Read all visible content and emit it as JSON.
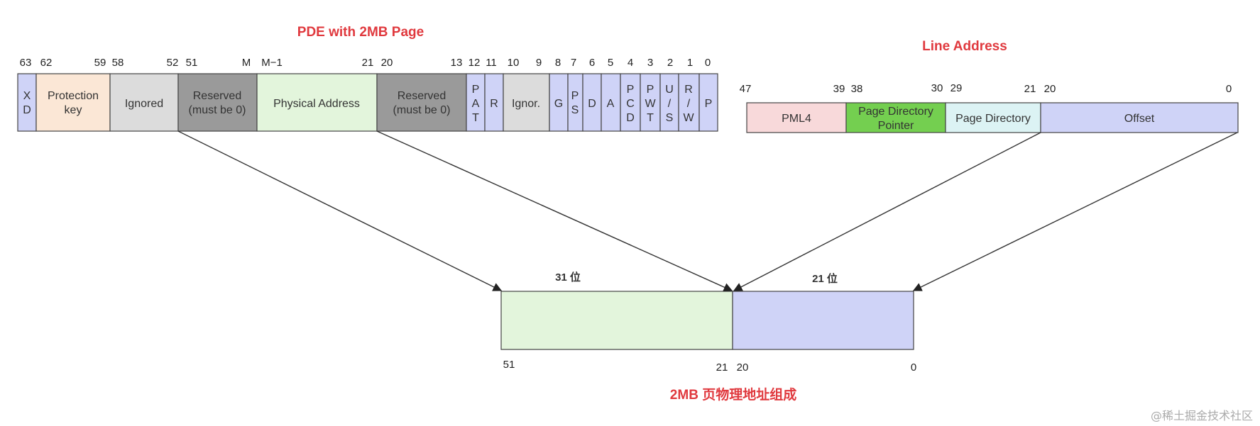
{
  "titles": {
    "pde": "PDE with 2MB Page",
    "line": "Line Address",
    "result": "2MB 页物理地址组成"
  },
  "pde": {
    "bit_numbers": [
      "63",
      "62",
      "59",
      "58",
      "52",
      "51",
      "M",
      "M−1",
      "21",
      "20",
      "13",
      "12",
      "11",
      "10",
      "9",
      "8",
      "7",
      "6",
      "5",
      "4",
      "3",
      "2",
      "1",
      "0"
    ],
    "fields": [
      {
        "id": "xd",
        "lines": [
          "X",
          "D"
        ],
        "color": "#cfd3f7"
      },
      {
        "id": "pk",
        "lines": [
          "Protection",
          "key"
        ],
        "color": "#fbe7d6"
      },
      {
        "id": "ign",
        "lines": [
          "Ignored"
        ],
        "color": "#dcdcdc"
      },
      {
        "id": "res1",
        "lines": [
          "Reserved",
          "(must be 0)"
        ],
        "color": "#9a9a9a"
      },
      {
        "id": "phys",
        "lines": [
          "Physical Address"
        ],
        "color": "#e3f5dc"
      },
      {
        "id": "res2",
        "lines": [
          "Reserved",
          "(must be 0)"
        ],
        "color": "#9a9a9a"
      },
      {
        "id": "pat",
        "lines": [
          "P",
          "A",
          "T"
        ],
        "color": "#cfd3f7"
      },
      {
        "id": "r",
        "lines": [
          "R"
        ],
        "color": "#cfd3f7"
      },
      {
        "id": "ignr",
        "lines": [
          "Ignor."
        ],
        "color": "#dcdcdc"
      },
      {
        "id": "g",
        "lines": [
          "G"
        ],
        "color": "#cfd3f7"
      },
      {
        "id": "ps",
        "lines": [
          "P",
          "S"
        ],
        "color": "#cfd3f7"
      },
      {
        "id": "d",
        "lines": [
          "D"
        ],
        "color": "#cfd3f7"
      },
      {
        "id": "a",
        "lines": [
          "A"
        ],
        "color": "#cfd3f7"
      },
      {
        "id": "pcd",
        "lines": [
          "P",
          "C",
          "D"
        ],
        "color": "#cfd3f7"
      },
      {
        "id": "pwt",
        "lines": [
          "P",
          "W",
          "T"
        ],
        "color": "#cfd3f7"
      },
      {
        "id": "us",
        "lines": [
          "U",
          "/",
          "S"
        ],
        "color": "#cfd3f7"
      },
      {
        "id": "rw",
        "lines": [
          "R",
          "/",
          "W"
        ],
        "color": "#cfd3f7"
      },
      {
        "id": "p",
        "lines": [
          "P"
        ],
        "color": "#cfd3f7"
      }
    ]
  },
  "line": {
    "bit_numbers": [
      "47",
      "39",
      "38",
      "30",
      "29",
      "21",
      "20",
      "0"
    ],
    "fields": [
      {
        "id": "pml4",
        "lines": [
          "PML4"
        ],
        "color": "#f8d9da"
      },
      {
        "id": "pdp",
        "lines": [
          "Page Directory",
          "Pointer"
        ],
        "color": "#74cf50"
      },
      {
        "id": "pd",
        "lines": [
          "Page Directory"
        ],
        "color": "#dcf3f4"
      },
      {
        "id": "off",
        "lines": [
          "Offset"
        ],
        "color": "#cfd3f7"
      }
    ]
  },
  "result": {
    "fields": [
      {
        "id": "hi",
        "label": "31 位",
        "color": "#e3f5dc"
      },
      {
        "id": "lo",
        "label": "21 位",
        "color": "#cfd3f7"
      }
    ],
    "bit_numbers": [
      "51",
      "21",
      "20",
      "0"
    ]
  },
  "watermark": "@稀土掘金技术社区"
}
